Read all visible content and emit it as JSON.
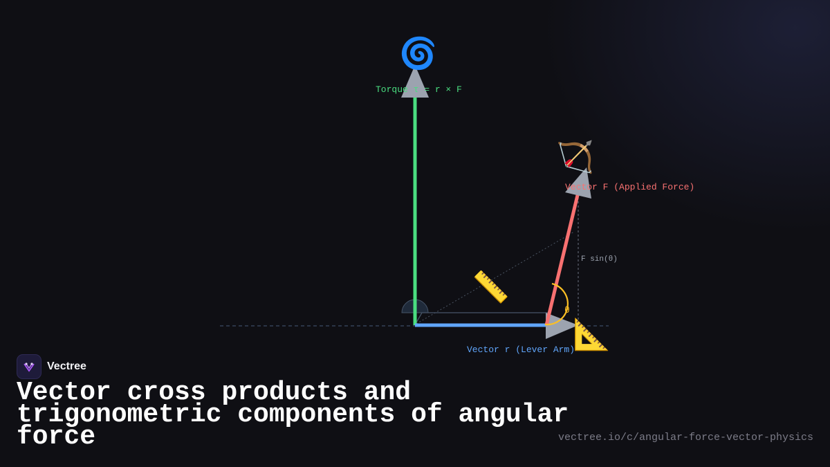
{
  "diagram": {
    "torque_label": "Torque τ = r × F",
    "force_label": "Vector F (Applied Force)",
    "lever_label": "Vector r (Lever Arm)",
    "fsin_label": "F sin(θ)",
    "theta_label": "θ",
    "torque_icon": "🌀",
    "force_icon": "🏹",
    "ruler_icon": "📏",
    "setsquare_icon": "📐",
    "colors": {
      "torque": "#4ade80",
      "force": "#f87171",
      "lever": "#60a5fa",
      "angle": "#fbbf24",
      "arrowhead": "#9ca3af"
    }
  },
  "brand": {
    "name": "Vectree"
  },
  "title": "Vector cross products and trigonometric components of angular force",
  "url": "vectree.io/c/angular-force-vector-physics"
}
